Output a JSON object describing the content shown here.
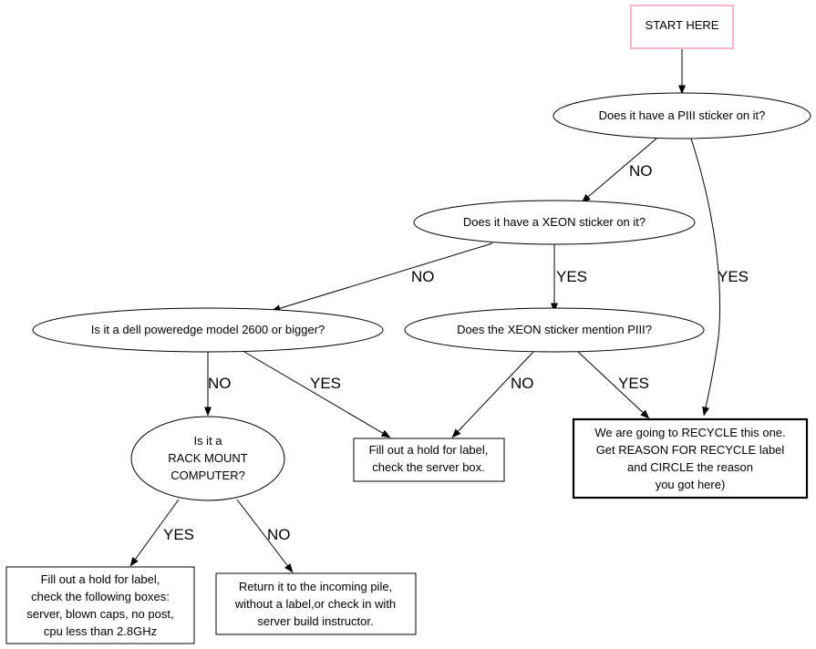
{
  "diagram": {
    "nodes": {
      "start": {
        "lines": [
          "START HERE"
        ],
        "border_color": "#f4b6c8"
      },
      "q_piii": {
        "lines": [
          "Does it have a PIII sticker on it?"
        ]
      },
      "q_xeon": {
        "lines": [
          "Does it have a XEON sticker on it?"
        ]
      },
      "q_dell": {
        "lines": [
          "Is it a dell poweredge model 2600 or bigger?"
        ]
      },
      "q_xeon_piii": {
        "lines": [
          "Does the XEON sticker mention PIII?"
        ]
      },
      "q_rack": {
        "lines": [
          "Is it a",
          "RACK MOUNT",
          "COMPUTER?"
        ]
      },
      "a_hold_server": {
        "lines": [
          "Fill out a hold for label,",
          "check the server box."
        ]
      },
      "a_recycle": {
        "lines": [
          "We are going to RECYCLE this one.",
          "Get REASON FOR RECYCLE label",
          "and CIRCLE the reason",
          "you got here)"
        ]
      },
      "a_hold_boxes": {
        "lines": [
          "Fill out a hold for label,",
          "check the following boxes:",
          "server, blown caps, no post,",
          "cpu less than 2.8GHz"
        ]
      },
      "a_return": {
        "lines": [
          "Return it to the incoming pile,",
          "without a label,or check in with",
          "server build instructor."
        ]
      }
    },
    "edges": {
      "piii_no": "NO",
      "piii_yes": "YES",
      "xeon_no": "NO",
      "xeon_yes": "YES",
      "dell_no": "NO",
      "dell_yes": "YES",
      "xeonpiii_no": "NO",
      "xeonpiii_yes": "YES",
      "rack_yes": "YES",
      "rack_no": "NO"
    }
  }
}
